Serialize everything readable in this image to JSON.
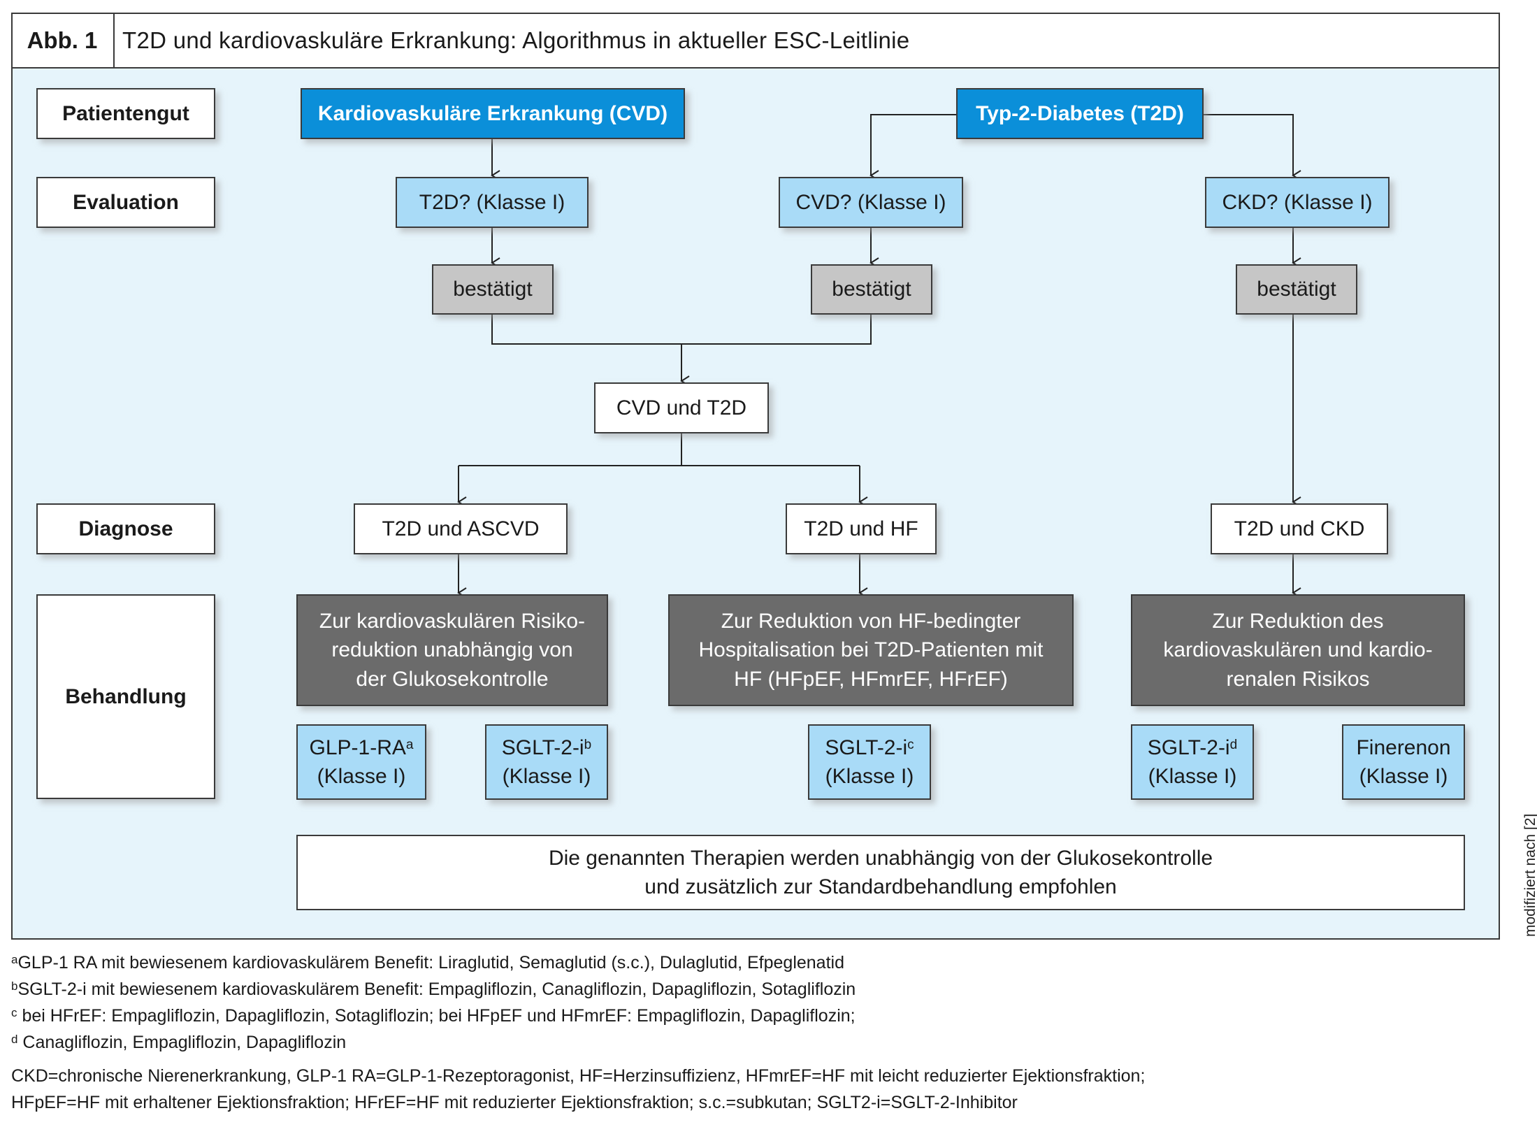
{
  "header": {
    "label": "Abb. 1",
    "title": "T2D und kardiovaskuläre Erkrankung: Algorithmus in aktueller ESC-Leitlinie"
  },
  "row_labels": {
    "patients": "Patientengut",
    "evaluation": "Evaluation",
    "diagnosis": "Diagnose",
    "treatment": "Behandlung"
  },
  "patients": {
    "cvd": "Kardiovaskuläre Erkrankung (CVD)",
    "t2d": "Typ-2-Diabetes (T2D)"
  },
  "evaluation": {
    "t2d": "T2D? (Klasse I)",
    "cvd": "CVD? (Klasse I)",
    "ckd": "CKD? (Klasse I)"
  },
  "confirmed": {
    "left": "bestätigt",
    "middle": "bestätigt",
    "right": "bestätigt"
  },
  "combined": "CVD und T2D",
  "diagnosis": {
    "ascvd": "T2D und ASCVD",
    "hf": "T2D und HF",
    "ckd": "T2D und CKD"
  },
  "goals": {
    "ascvd": [
      "Zur kardiovaskulären Risiko-",
      "reduktion unabhängig von",
      "der Glukosekontrolle"
    ],
    "hf": [
      "Zur Reduktion von HF-bedingter",
      "Hospitalisation bei T2D-Patienten mit",
      "HF (HFpEF, HFmrEF, HFrEF)"
    ],
    "ckd": [
      "Zur Reduktion des",
      "kardiovaskulären und kardio-",
      "renalen Risikos"
    ]
  },
  "therapies": {
    "glp1": {
      "name": "GLP-1-RA",
      "sup": "a",
      "class": "(Klasse I)"
    },
    "sglt2_b": {
      "name": "SGLT-2-i",
      "sup": "b",
      "class": "(Klasse I)"
    },
    "sglt2_c": {
      "name": "SGLT-2-i",
      "sup": "c",
      "class": "(Klasse I)"
    },
    "sglt2_d": {
      "name": "SGLT-2-i",
      "sup": "d",
      "class": "(Klasse I)"
    },
    "finerenon": {
      "name": "Finerenon",
      "class": "(Klasse I)"
    }
  },
  "note": [
    "Die genannten Therapien werden unabhängig von der Glukosekontrolle",
    "und zusätzlich zur Standardbehandlung empfohlen"
  ],
  "side_note": "modifiziert nach [2]",
  "footnotes": [
    {
      "mark": "a",
      "text": "GLP-1 RA mit bewiesenem kardiovaskulärem Benefit: Liraglutid, Semaglutid (s.c.), Dulaglutid, Efpeglenatid"
    },
    {
      "mark": "b",
      "text": "SGLT-2-i mit bewiesenem kardiovaskulärem Benefit: Empagliflozin, Canagliflozin, Dapagliflozin, Sotagliflozin"
    },
    {
      "mark": "c",
      "text": " bei HFrEF: Empagliflozin, Dapagliflozin, Sotagliflozin; bei HFpEF und HFmrEF: Empagliflozin, Dapagliflozin;"
    },
    {
      "mark": "d",
      "text": " Canagliflozin, Empagliflozin, Dapagliflozin"
    }
  ],
  "abbreviations": [
    "CKD=chronische Nierenerkrankung, GLP-1 RA=GLP-1-Rezeptoragonist, HF=Herzinsuffizienz, HFmrEF=HF mit leicht reduzierter Ejektionsfraktion;",
    "HFpEF=HF mit erhaltener Ejektionsfraktion; HFrEF=HF mit reduzierter Ejektionsfraktion; s.c.=subkutan; SGLT2-i=SGLT-2-Inhibitor"
  ],
  "colors": {
    "accent_blue": "#0b8fd9",
    "light_blue": "#a9dbf7",
    "panel_bg": "#e6f4fb",
    "confirm_gray": "#c6c6c6",
    "goal_dark": "#6b6b6b"
  }
}
